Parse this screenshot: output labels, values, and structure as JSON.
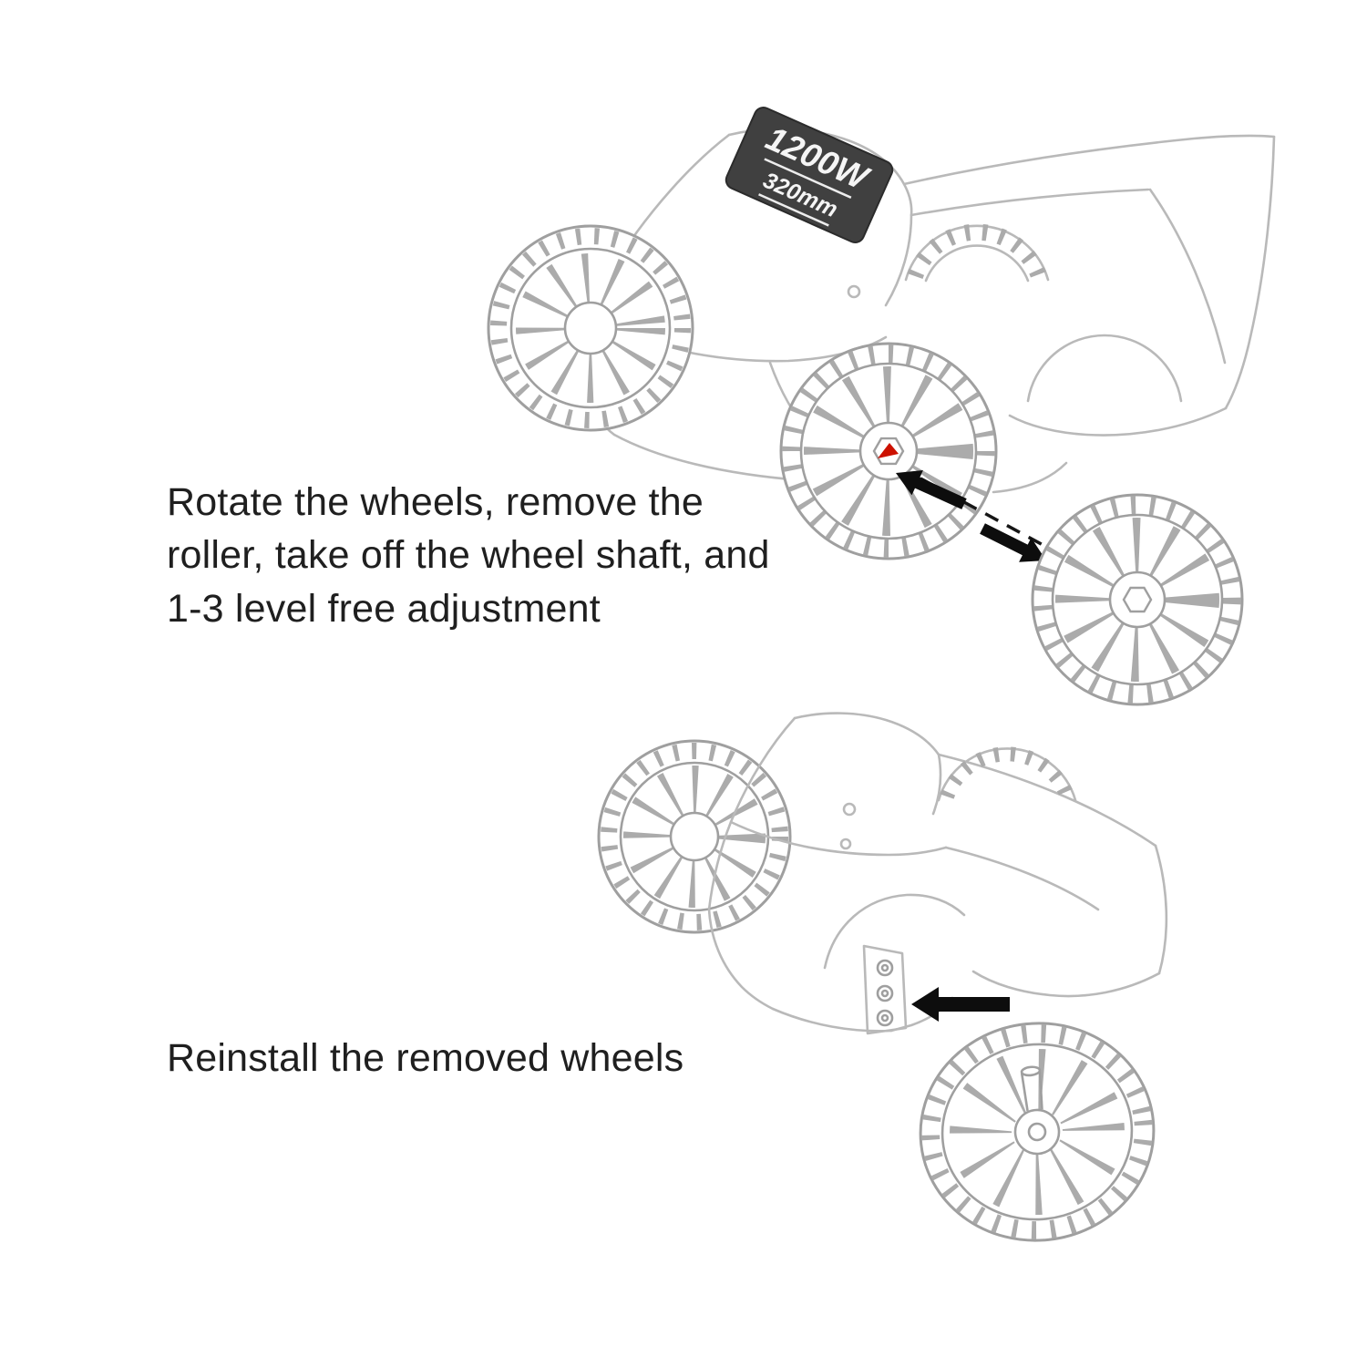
{
  "illustration": {
    "badge": {
      "power": "1200W",
      "size": "320mm"
    }
  },
  "steps": {
    "step1": {
      "lines": [
        "Rotate the wheels, remove the",
        "roller, take off the wheel shaft, and",
        "1-3 level free adjustment"
      ]
    },
    "step2": {
      "text": "Reinstall the removed wheels"
    }
  },
  "colors": {
    "body_line": "#b9b9b9",
    "wheel_line": "#9f9f9f",
    "arrow": "#0d0d0d",
    "hub_marker": "#cc1100",
    "badge_fill": "#404040",
    "badge_text": "#f5f5f5",
    "text": "#1f1f1f",
    "background": "#ffffff"
  }
}
